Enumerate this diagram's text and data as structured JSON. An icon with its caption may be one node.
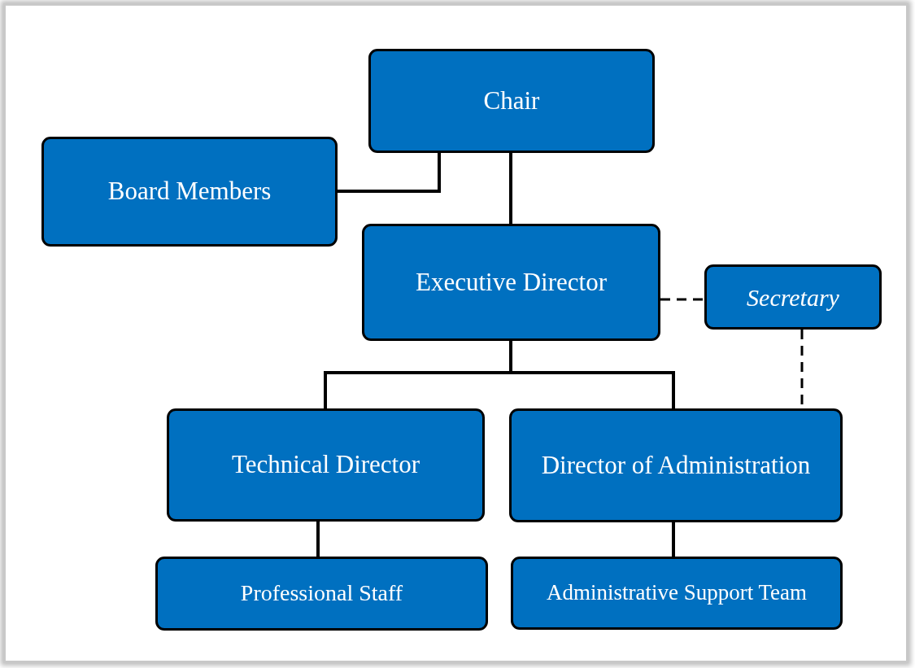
{
  "diagram": {
    "nodes": [
      {
        "text": [
          "Chair"
        ]
      },
      {
        "text": [
          "Board Members"
        ]
      },
      {
        "text": [
          "Executive Director"
        ]
      },
      {
        "text": [
          "Secretary"
        ]
      },
      {
        "text": [
          "Technical Director"
        ]
      },
      {
        "text": [
          "Director of Administration"
        ]
      },
      {
        "text": [
          "Professional Staff"
        ]
      },
      {
        "text": [
          "Administrative Support Team"
        ]
      }
    ],
    "edges": [
      {
        "from": 0,
        "to": 1,
        "arrow": "none"
      },
      {
        "from": 0,
        "to": 2,
        "arrow": "none"
      },
      {
        "from": 2,
        "to": 3,
        "arrow": "none",
        "style": "dashed"
      },
      {
        "from": 2,
        "to": 4,
        "arrow": "none"
      },
      {
        "from": 2,
        "to": 5,
        "arrow": "none"
      },
      {
        "from": 3,
        "to": 5,
        "arrow": "none",
        "style": "dashed"
      },
      {
        "from": 4,
        "to": 6,
        "arrow": "none"
      },
      {
        "from": 5,
        "to": 7,
        "arrow": "none"
      }
    ]
  }
}
